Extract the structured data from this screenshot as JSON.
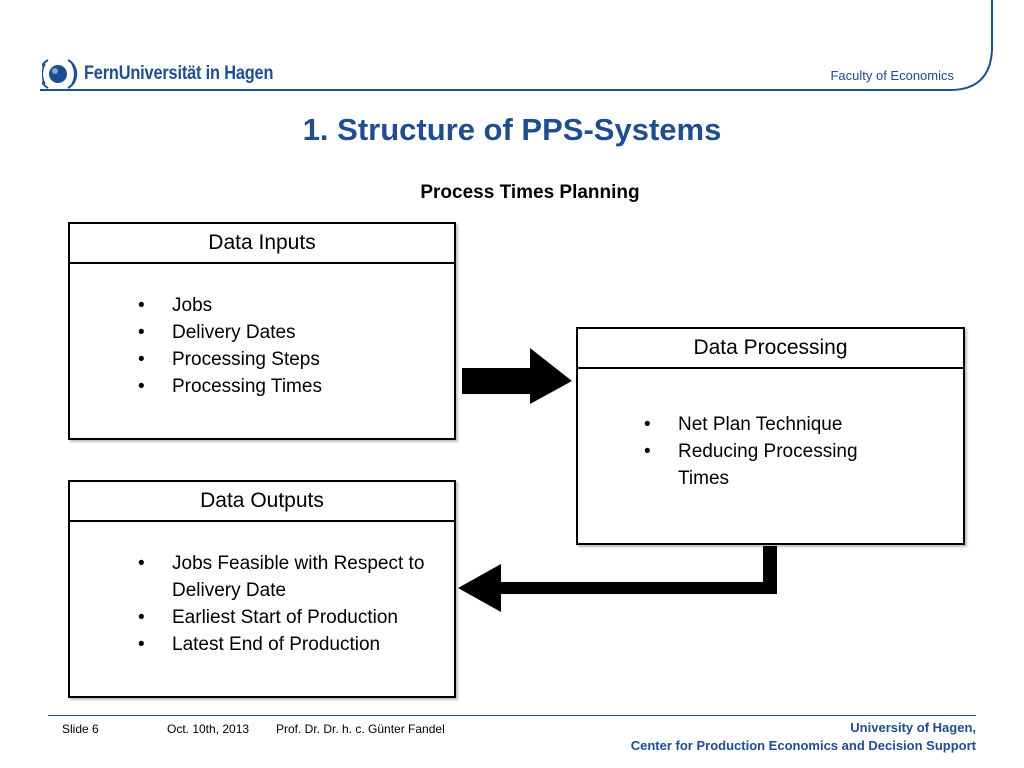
{
  "header": {
    "logo_text": "FernUniversität in Hagen",
    "faculty": "Faculty of Economics"
  },
  "title": "1. Structure of PPS-Systems",
  "subtitle": "Process Times Planning",
  "boxes": {
    "inputs": {
      "title": "Data Inputs",
      "items": [
        "Jobs",
        "Delivery Dates",
        "Processing Steps",
        "Processing Times"
      ]
    },
    "processing": {
      "title": "Data Processing",
      "items": [
        "Net Plan Technique",
        "Reducing Processing Times"
      ]
    },
    "outputs": {
      "title": "Data Outputs",
      "items": [
        "Jobs Feasible with Respect to Delivery Date",
        "Earliest Start of Production",
        "Latest End of Production"
      ]
    }
  },
  "bullet": "•",
  "footer": {
    "slide": "Slide 6",
    "date": "Oct. 10th, 2013",
    "author": "Prof. Dr. Dr. h. c. Günter Fandel",
    "org_line1": "University of Hagen,",
    "org_line2": "Center for Production Economics and Decision Support"
  },
  "colors": {
    "brand": "#1e4e8f",
    "text": "#000000",
    "arrow": "#000000"
  },
  "icons": {
    "logo": "university-logo-icon",
    "arrow_forward": "arrow-right-icon",
    "arrow_back": "arrow-left-icon"
  }
}
